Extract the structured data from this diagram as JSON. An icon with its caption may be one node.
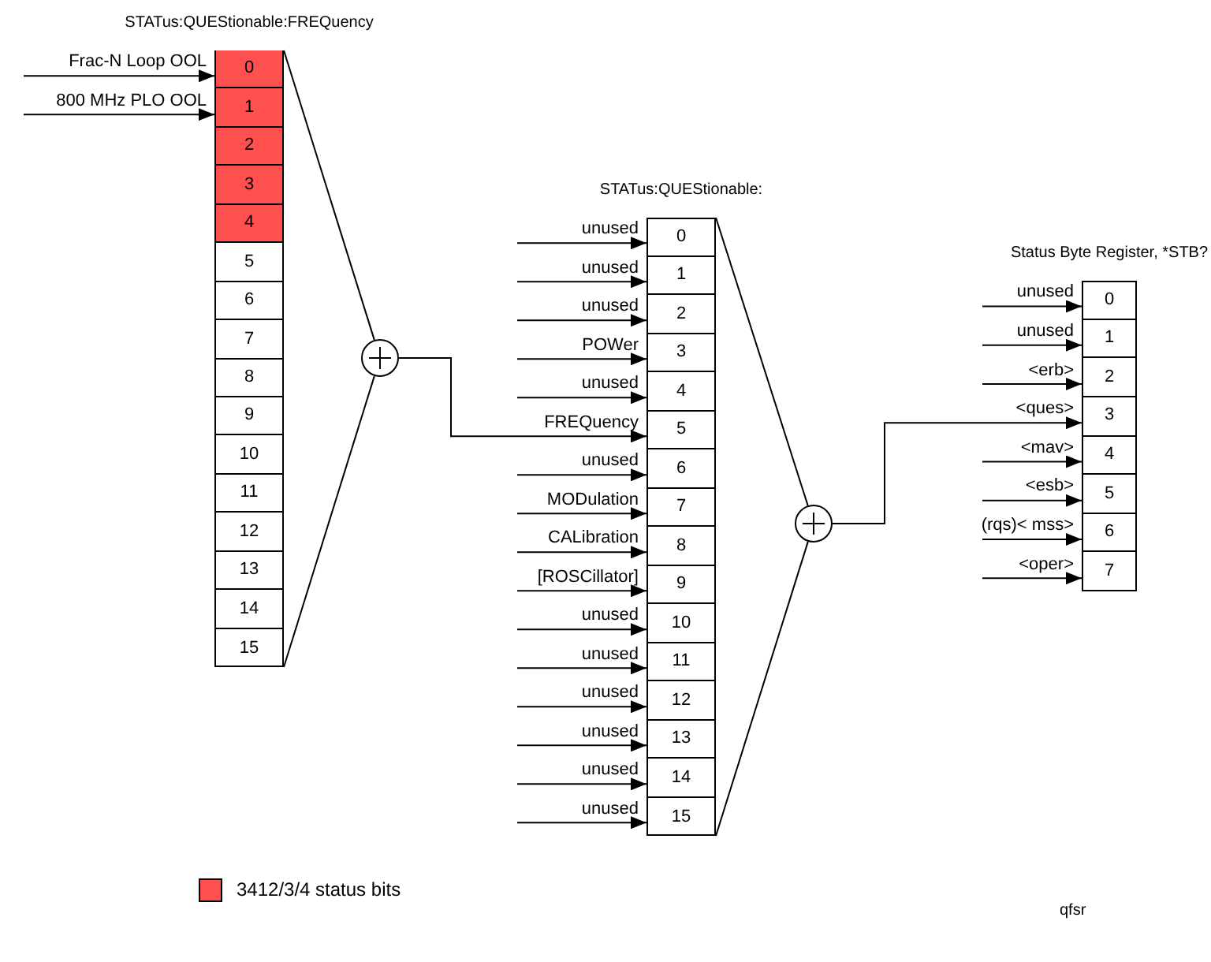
{
  "diagram": {
    "nodes": [
      {
        "text": [
          "STATus:QUEStionable:FREQuency"
        ]
      },
      {
        "text": [
          "0"
        ],
        "in": 0
      },
      {
        "text": [
          "1"
        ],
        "in": 0
      },
      {
        "text": [
          "2"
        ],
        "in": 0
      },
      {
        "text": [
          "3"
        ],
        "in": 0
      },
      {
        "text": [
          "4"
        ],
        "in": 0
      },
      {
        "text": [
          "5"
        ],
        "in": 0
      },
      {
        "text": [
          "6"
        ],
        "in": 0
      },
      {
        "text": [
          "7"
        ],
        "in": 0
      },
      {
        "text": [
          "8"
        ],
        "in": 0
      },
      {
        "text": [
          "9"
        ],
        "in": 0
      },
      {
        "text": [
          "10"
        ],
        "in": 0
      },
      {
        "text": [
          "11"
        ],
        "in": 0
      },
      {
        "text": [
          "12"
        ],
        "in": 0
      },
      {
        "text": [
          "13"
        ],
        "in": 0
      },
      {
        "text": [
          "14"
        ],
        "in": 0
      },
      {
        "text": [
          "15"
        ],
        "in": 0
      },
      {
        "text": [],
        "shape": "circle"
      },
      {
        "text": [
          "STATus:QUEStionable:"
        ]
      },
      {
        "text": [
          "0"
        ],
        "in": 18
      },
      {
        "text": [
          "1"
        ],
        "in": 18
      },
      {
        "text": [
          "2"
        ],
        "in": 18
      },
      {
        "text": [
          "3"
        ],
        "in": 18
      },
      {
        "text": [
          "4"
        ],
        "in": 18
      },
      {
        "text": [
          "5"
        ],
        "in": 18
      },
      {
        "text": [
          "6"
        ],
        "in": 18
      },
      {
        "text": [
          "7"
        ],
        "in": 18
      },
      {
        "text": [
          "8"
        ],
        "in": 18
      },
      {
        "text": [
          "9"
        ],
        "in": 18
      },
      {
        "text": [
          "10"
        ],
        "in": 18
      },
      {
        "text": [
          "11"
        ],
        "in": 18
      },
      {
        "text": [
          "12"
        ],
        "in": 18
      },
      {
        "text": [
          "13"
        ],
        "in": 18
      },
      {
        "text": [
          "14"
        ],
        "in": 18
      },
      {
        "text": [
          "15"
        ],
        "in": 18
      },
      {
        "text": [],
        "shape": "circle"
      },
      {
        "text": [
          "Status Byte Register, *STB?"
        ]
      },
      {
        "text": [
          "0"
        ],
        "in": 36
      },
      {
        "text": [
          "1"
        ],
        "in": 36
      },
      {
        "text": [
          "2"
        ],
        "in": 36
      },
      {
        "text": [
          "3"
        ],
        "in": 36
      },
      {
        "text": [
          "4"
        ],
        "in": 36
      },
      {
        "text": [
          "5"
        ],
        "in": 36
      },
      {
        "text": [
          "6"
        ],
        "in": 36
      },
      {
        "text": [
          "7"
        ],
        "in": 36
      }
    ],
    "edges": [
      {
        "from": null,
        "to": 1,
        "arrow": "to",
        "label": "Frac-N Loop OOL"
      },
      {
        "from": null,
        "to": 2,
        "arrow": "to",
        "label": "800 MHz PLO OOL"
      },
      {
        "from": 0,
        "to": 17,
        "arrow": "none"
      },
      {
        "from": 0,
        "to": 17,
        "arrow": "none"
      },
      {
        "from": null,
        "to": 19,
        "arrow": "to",
        "label": "unused"
      },
      {
        "from": null,
        "to": 20,
        "arrow": "to",
        "label": "unused"
      },
      {
        "from": null,
        "to": 21,
        "arrow": "to",
        "label": "unused"
      },
      {
        "from": null,
        "to": 22,
        "arrow": "to",
        "label": "POWer"
      },
      {
        "from": null,
        "to": 23,
        "arrow": "to",
        "label": "unused"
      },
      {
        "from": 17,
        "to": 24,
        "arrow": "to",
        "label": "FREQuency"
      },
      {
        "from": null,
        "to": 25,
        "arrow": "to",
        "label": "unused"
      },
      {
        "from": null,
        "to": 26,
        "arrow": "to",
        "label": "MODulation"
      },
      {
        "from": null,
        "to": 27,
        "arrow": "to",
        "label": "CALibration"
      },
      {
        "from": null,
        "to": 28,
        "arrow": "to",
        "label": "[ROSCillator]"
      },
      {
        "from": null,
        "to": 29,
        "arrow": "to",
        "label": "unused"
      },
      {
        "from": null,
        "to": 30,
        "arrow": "to",
        "label": "unused"
      },
      {
        "from": null,
        "to": 31,
        "arrow": "to",
        "label": "unused"
      },
      {
        "from": null,
        "to": 32,
        "arrow": "to",
        "label": "unused"
      },
      {
        "from": null,
        "to": 33,
        "arrow": "to",
        "label": "unused"
      },
      {
        "from": null,
        "to": 34,
        "arrow": "to",
        "label": "unused"
      },
      {
        "from": 18,
        "to": 35,
        "arrow": "none"
      },
      {
        "from": 18,
        "to": 35,
        "arrow": "none"
      },
      {
        "from": null,
        "to": 37,
        "arrow": "to",
        "label": "unused"
      },
      {
        "from": null,
        "to": 38,
        "arrow": "to",
        "label": "unused"
      },
      {
        "from": null,
        "to": 39,
        "arrow": "to",
        "label": "<erb>"
      },
      {
        "from": 35,
        "to": 40,
        "arrow": "to",
        "label": "<ques>"
      },
      {
        "from": null,
        "to": 41,
        "arrow": "to",
        "label": "<mav>"
      },
      {
        "from": null,
        "to": 42,
        "arrow": "to",
        "label": "<esb>"
      },
      {
        "from": null,
        "to": 43,
        "arrow": "to",
        "label": "(rqs)< mss>"
      },
      {
        "from": null,
        "to": 44,
        "arrow": "to",
        "label": "<oper>"
      }
    ],
    "labels": [
      "qfsr"
    ],
    "legend": [
      {
        "text": "3412/3/4 status bits",
        "color": "#ff5050"
      }
    ]
  }
}
